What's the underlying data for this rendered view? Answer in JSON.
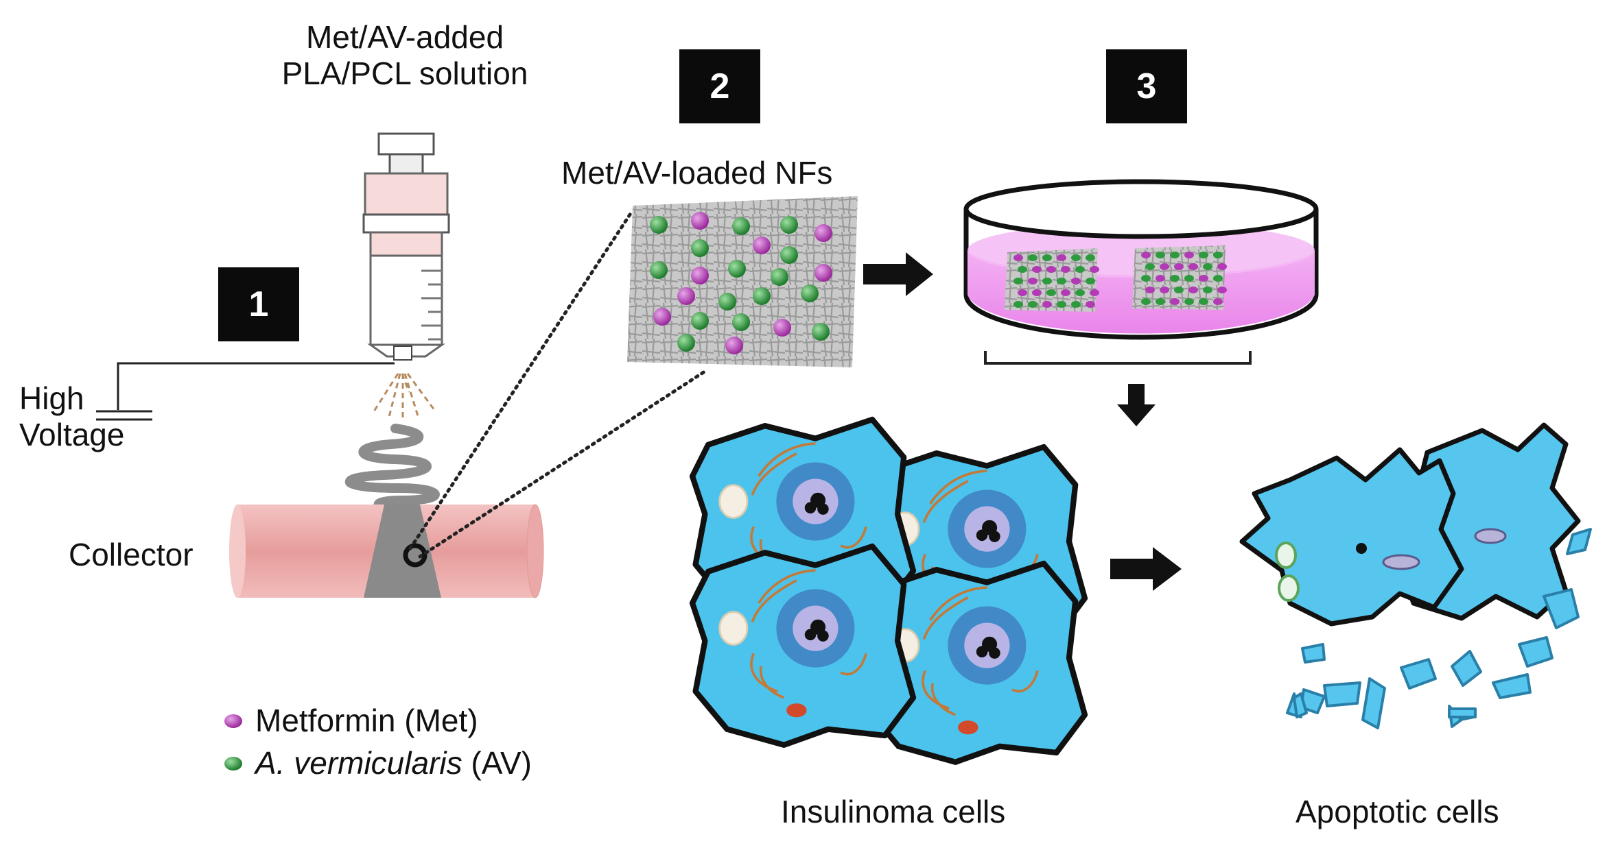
{
  "title_syringe_line1": "Met/AV-added",
  "title_syringe_line2": "PLA/PCL solution",
  "loaded_nfs": "Met/AV-loaded NFs",
  "steps": [
    "1",
    "2",
    "3"
  ],
  "high_voltage_line1": "High",
  "high_voltage_line2": "Voltage",
  "collector": "Collector",
  "legend": {
    "met_label": "Metformin (Met)",
    "av_italic": "A. vermicularis",
    "av_suffix": " (AV)"
  },
  "cells": {
    "insulinoma": "Insulinoma cells",
    "apoptotic": "Apoptotic cells"
  },
  "colors": {
    "metformin": "#b23bb5",
    "av": "#2e9a3e",
    "cell": "#4cc3ec",
    "collector": "#eaa9a8",
    "medium": "#ef9cef"
  }
}
